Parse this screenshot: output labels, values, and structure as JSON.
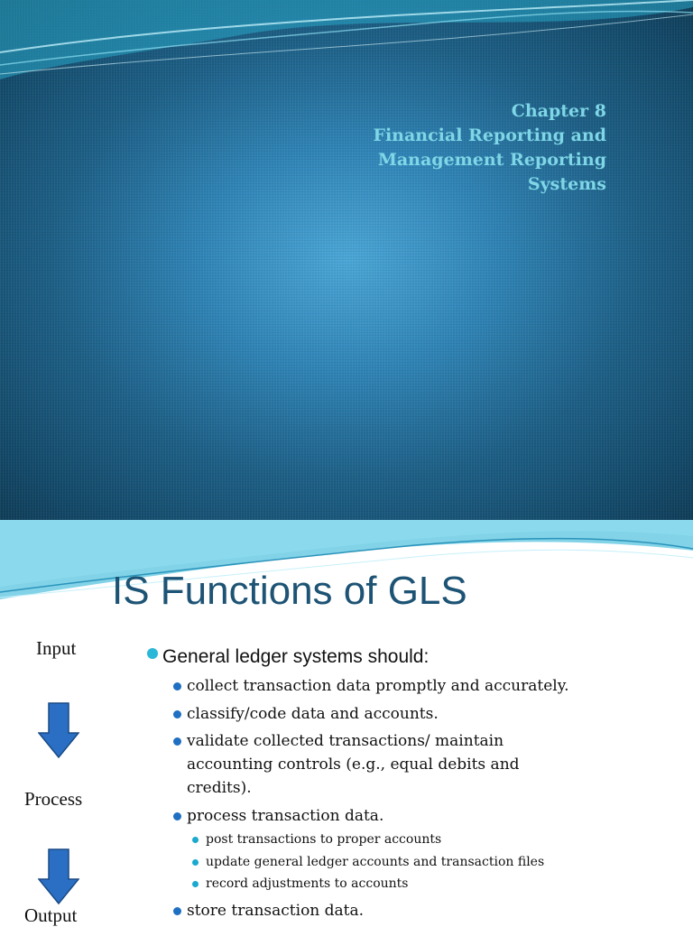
{
  "slide1": {
    "title_lines": [
      "Chapter 8",
      "Financial Reporting  and",
      "Management Reporting",
      "Systems"
    ]
  },
  "slide2": {
    "heading": "IS Functions of GLS",
    "flow": {
      "input": "Input",
      "process": "Process",
      "output": "Output"
    },
    "bullets": {
      "main": "General ledger systems should:",
      "b1": "collect transaction data promptly and accurately.",
      "b2": "classify/code data and accounts.",
      "b3_line1": "validate collected transactions/ maintain",
      "b3_line2": "accounting controls (e.g., equal debits and",
      "b3_line3": "credits).",
      "b4": "process transaction data.",
      "b4_sub1": "post transactions to proper accounts",
      "b4_sub2": "update general ledger accounts and transaction files",
      "b4_sub3": "record adjustments to accounts",
      "b5": "store transaction data."
    }
  },
  "colors": {
    "title": "#7ed6e6",
    "heading": "#1d5374",
    "bullet_teal": "#2bb7d8",
    "bullet_blue": "#1f6fc2",
    "arrow": "#2a6fc4"
  }
}
